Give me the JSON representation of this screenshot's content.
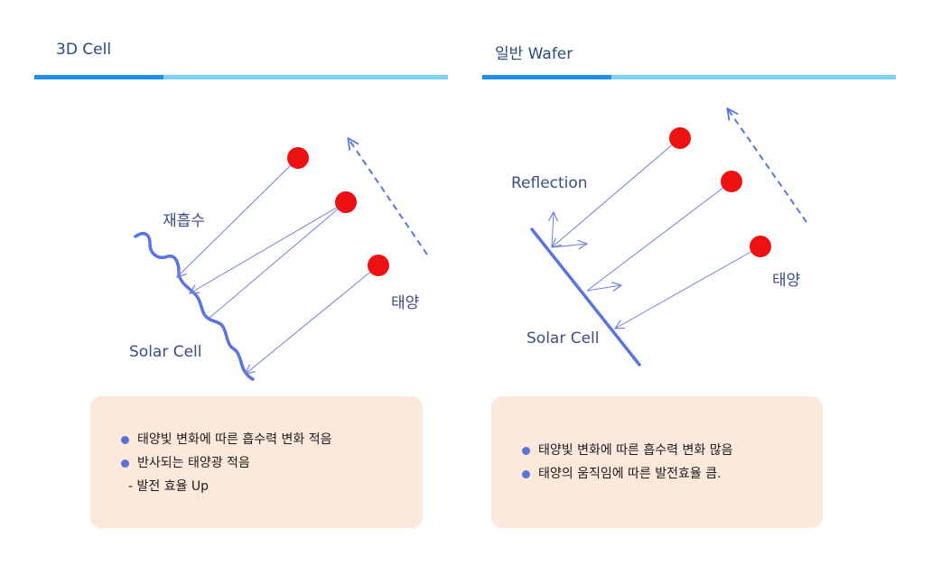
{
  "left": {
    "title": "3D Cell",
    "label_reabsorb": "재흡수",
    "label_sun": "태양",
    "label_cell": "Solar Cell",
    "bullets": [
      "태양빛 변화에 따른 흡수력 변화  적음",
      "반사되는 태양광 적음"
    ],
    "sub_note": "- 발전 효율 Up"
  },
  "right": {
    "title": "일반 Wafer",
    "label_reflection": "Reflection",
    "label_sun": "태양",
    "label_cell": "Solar Cell",
    "bullets": [
      "태양빛 변화에 따른 흡수력 변화  많음",
      "태양의 움직임에 따른 발전효율 큼."
    ]
  },
  "colors": {
    "bar_dark": "#1e8fe6",
    "bar_light": "#7dd1f5",
    "sun": "#ee1111",
    "ray": "#6f7fe0",
    "cell": "#5a74e0",
    "box_bg": "#fde9dc"
  }
}
